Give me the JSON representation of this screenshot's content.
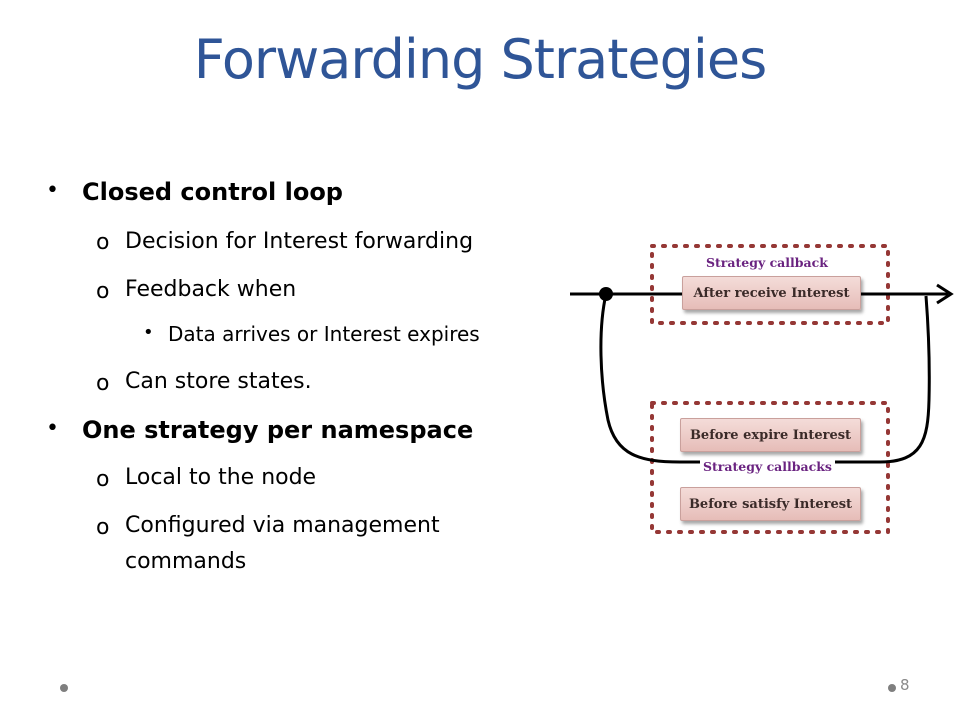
{
  "title": "Forwarding Strategies",
  "bullets": {
    "closed_loop": "Closed control loop",
    "decision": "Decision for Interest forwarding",
    "feedback": "Feedback when",
    "data_arrives": "Data arrives or Interest expires",
    "store_states": "Can store states.",
    "one_strategy": "One strategy per namespace",
    "local": "Local to the node",
    "configured_line1": "Configured via management",
    "configured_line2": "commands"
  },
  "markers": {
    "level1": "•",
    "level2": "o",
    "level3": "•"
  },
  "diagram": {
    "top_group_label": "Strategy callback",
    "after_receive": "After receive Interest",
    "bottom_group_label": "Strategy callbacks",
    "before_expire": "Before expire Interest",
    "before_satisfy": "Before satisfy Interest"
  },
  "colors": {
    "title": "#2f5597",
    "dotted_border": "#953735",
    "group_label": "#6a2380",
    "box_fill": "#f4dcd9"
  },
  "page_number": "8"
}
